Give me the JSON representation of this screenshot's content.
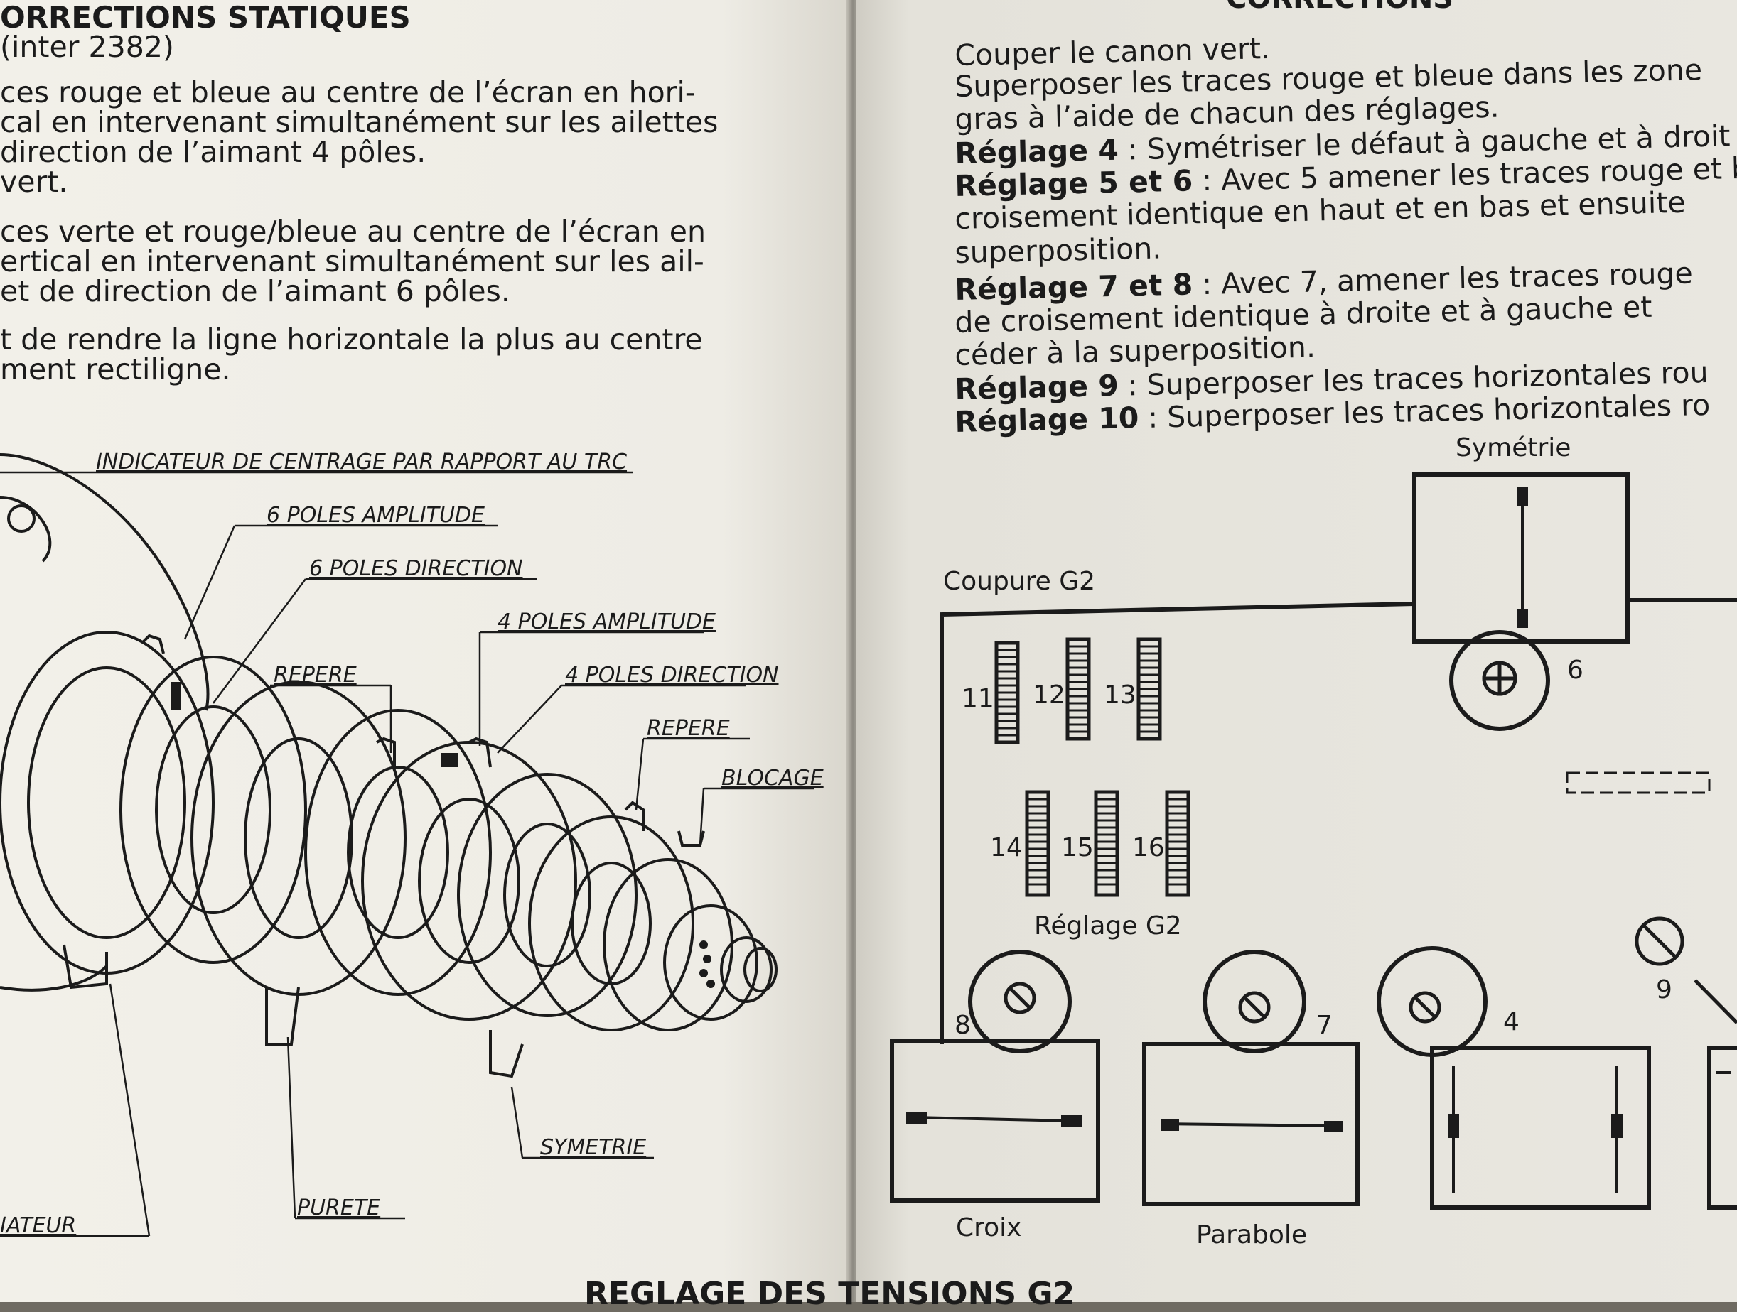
{
  "left_page": {
    "heading": "ORRECTIONS STATIQUES",
    "subheading": "(inter 2382)",
    "paragraph_lines": [
      "ces rouge et bleue au centre de l’écran en hori-",
      "cal en intervenant simultanément sur les ailettes",
      "direction de l’aimant 4 pôles.",
      "vert.",
      "ces verte et rouge/bleue au centre de l’écran en",
      "ertical en intervenant simultanément sur les ail-",
      "et de direction de l’aimant 6 pôles.",
      "t de rendre la ligne horizontale la plus au centre",
      "ment rectiligne."
    ],
    "diagram_labels": {
      "indicateur": "INDICATEUR DE CENTRAGE PAR RAPPORT AU TRC",
      "six_poles_amplitude": "6 POLES AMPLITUDE",
      "six_poles_direction": "6 POLES DIRECTION",
      "four_poles_amplitude": "4 POLES AMPLITUDE",
      "repere_1": "REPERE",
      "four_poles_direction": "4 POLES DIRECTION",
      "repere_2": "REPERE",
      "blocage": "BLOCAGE",
      "symetrie": "SYMETRIE",
      "purete": "PURETE",
      "deviateur": "IATEUR"
    }
  },
  "right_page": {
    "heading": "CORRECTIONS",
    "lines": [
      {
        "bold": "",
        "text": "Couper le canon vert."
      },
      {
        "bold": "",
        "text": "Superposer les traces rouge et bleue dans les zone"
      },
      {
        "bold": "",
        "text": "gras à l’aide de chacun des réglages."
      },
      {
        "bold": "Réglage 4",
        "text": " : Symétriser le défaut à gauche et à droit"
      },
      {
        "bold": "Réglage 5 et 6",
        "text": " : Avec 5 amener les traces rouge et b"
      },
      {
        "bold": "",
        "text": "croisement identique en haut et en bas et ensuite"
      },
      {
        "bold": "",
        "text": "superposition."
      },
      {
        "bold": "Réglage 7 et 8",
        "text": " : Avec 7, amener les traces rouge"
      },
      {
        "bold": "",
        "text": "de croisement identique à droite et à gauche et"
      },
      {
        "bold": "",
        "text": "céder à la superposition."
      },
      {
        "bold": "Réglage 9",
        "text": " : Superposer les traces horizontales rou"
      },
      {
        "bold": "Réglage 10",
        "text": " : Superposer les traces horizontales ro"
      }
    ],
    "diagram": {
      "symetrie": "Symétrie",
      "coupure": "Coupure G2",
      "reglage_g2": "Réglage G2",
      "pot_numbers": [
        "11",
        "12",
        "13",
        "14",
        "15",
        "16"
      ],
      "numbers": {
        "n6": "6",
        "n8": "8",
        "n7": "7",
        "n4": "4",
        "n9": "9"
      },
      "box_labels": {
        "croix": "Croix",
        "parabole": "Parabole"
      }
    }
  },
  "footer_heading": "REGLAGE DES TENSIONS G2"
}
